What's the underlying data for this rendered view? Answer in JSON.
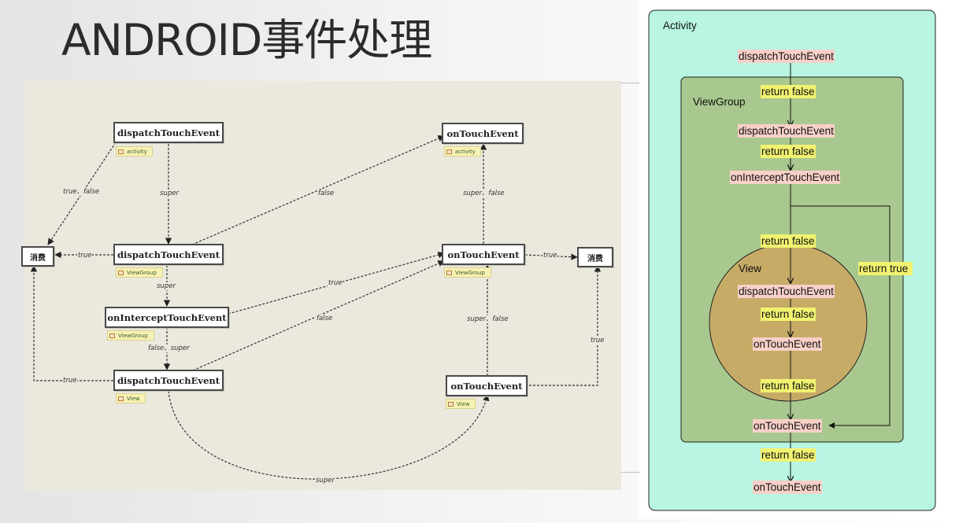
{
  "title": "ANDROID事件处理",
  "left": {
    "nodes": {
      "a_dispatch": "dispatchTouchEvent",
      "a_ontouch": "onTouchEvent",
      "consume_left": "消费",
      "vg_dispatch": "dispatchTouchEvent",
      "vg_ontouch": "onTouchEvent",
      "consume_right": "消费",
      "vg_intercept": "onInterceptTouchEvent",
      "v_dispatch": "dispatchTouchEvent",
      "v_ontouch": "onTouchEvent"
    },
    "tags": {
      "a_dispatch": "activity",
      "a_ontouch": "activity",
      "vg_dispatch": "ViewGroup",
      "vg_ontouch": "ViewGroup",
      "vg_intercept": "ViewGroup",
      "v_dispatch": "View",
      "v_ontouch": "View"
    },
    "edges": {
      "true_false_left": "true、false",
      "super_1": "super",
      "false_1": "false",
      "super_false_1": "super、false",
      "true_1": "true",
      "true_2": "true",
      "super_2": "super",
      "true_3": "true",
      "false_2": "false",
      "super_false_2": "super、false",
      "false_super": "false、super",
      "true_4": "true",
      "true_5": "true",
      "super_3": "super"
    }
  },
  "right": {
    "activity": "Activity",
    "viewgroup": "ViewGroup",
    "view": "View",
    "labels": {
      "dispatch_activity": "dispatchTouchEvent",
      "rf1": "return false",
      "dispatch_vg": "dispatchTouchEvent",
      "rf2": "return false",
      "intercept": "onInterceptTouchEvent",
      "rf3": "return false",
      "return_true": "return true",
      "dispatch_view": "dispatchTouchEvent",
      "rf4": "return false",
      "ontouch_view": "onTouchEvent",
      "rf5": "return false",
      "ontouch_vg": "onTouchEvent",
      "rf6": "return false",
      "ontouch_activity": "onTouchEvent"
    },
    "colors": {
      "activity_bg": "#b8f5e3",
      "viewgroup_bg": "#a9c88f",
      "view_bg": "#c6ab67",
      "method_highlight": "#f8d0c8",
      "return_highlight": "#f1f270"
    }
  }
}
